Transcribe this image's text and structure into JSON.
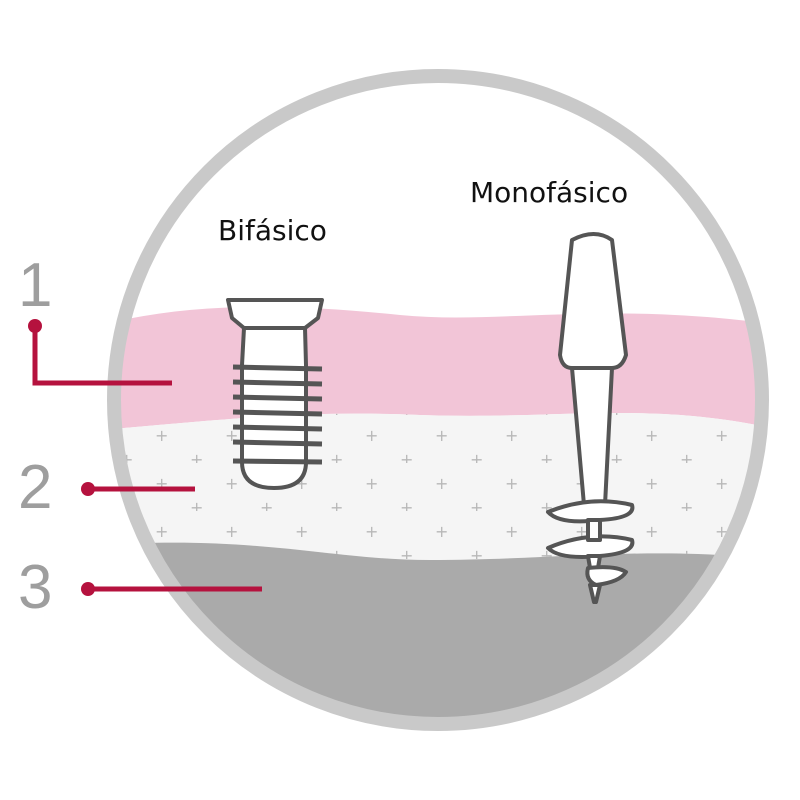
{
  "labels": {
    "biphasic": "Bifásico",
    "monophasic": "Monofásico"
  },
  "layers": [
    {
      "number": "1",
      "color": "#f2c5d7"
    },
    {
      "number": "2",
      "color": "#f5f5f5"
    },
    {
      "number": "3",
      "color": "#aaaaaa"
    }
  ],
  "colors": {
    "ring": "#c9c9c9",
    "leader": "#b5123e",
    "outline": "#555555",
    "dot": "#b8b8b8"
  }
}
